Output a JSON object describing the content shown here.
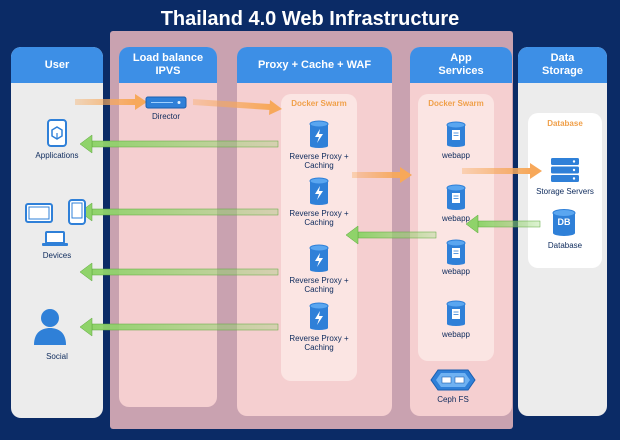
{
  "title": "Thailand 4.0 Web Infrastructure",
  "columns": {
    "user": "User",
    "lb": "Load balance IPVS",
    "proxy": "Proxy + Cache + WAF",
    "app": "App Services",
    "data": "Data Storage"
  },
  "user_nodes": {
    "applications": "Applications",
    "devices": "Devices",
    "social": "Social"
  },
  "director": "Director",
  "swarm_proxy": "Docker Swarm",
  "swarm_app": "Docker Swarm",
  "proxies": [
    "Reverse Proxy + Caching",
    "Reverse Proxy + Caching",
    "Reverse Proxy + Caching",
    "Reverse Proxy + Caching"
  ],
  "webapps": [
    "webapp",
    "webapp",
    "webapp",
    "webapp"
  ],
  "ceph": "Ceph FS",
  "database_group": "Database",
  "storage_servers": "Storage Servers",
  "database": "Database",
  "db_badge": "DB",
  "colors": {
    "background": "#0b2b66",
    "header": "#3d8fe6",
    "request_arrow": "#f7a85a",
    "response_arrow": "#8fd36a",
    "icon": "#2f80d8"
  }
}
